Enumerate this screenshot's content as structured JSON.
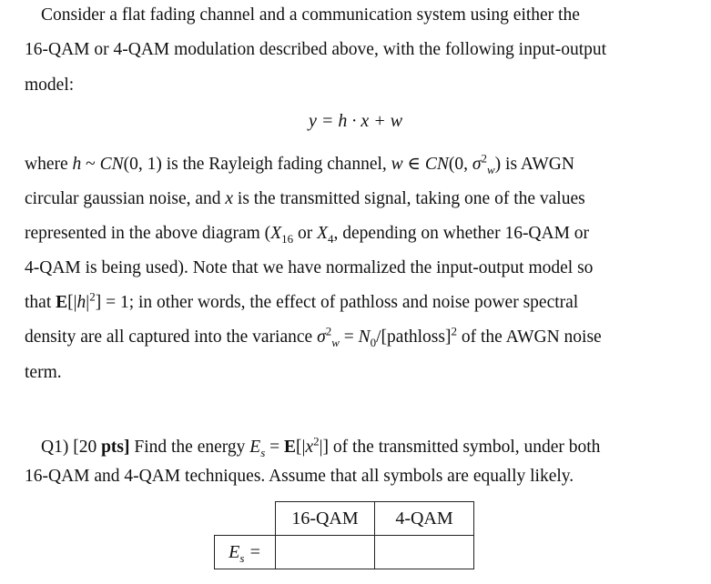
{
  "paragraph1": {
    "line1": "Consider a flat fading channel and a communication system using either the",
    "line2": "16-QAM or 4-QAM modulation described above, with the following input-output",
    "line3": "model:"
  },
  "equation": "y = h · x + w",
  "paragraph2": {
    "l1_a": "where",
    "l1_b": "is the Rayleigh fading channel,",
    "l1_c": "is AWGN",
    "l2": "circular gaussian noise, and",
    "l2_b": "is the transmitted signal, taking one of the values",
    "l3_a": "represented in the above diagram (",
    "l3_b": "or",
    "l3_c": ", depending on whether 16-QAM or",
    "l4": "4-QAM is being used). Note that we have normalized the input-output model so",
    "l5_a": "that",
    "l5_b": "; in other words, the effect of pathloss and noise power spectral",
    "l6_a": "density are all captured into the variance",
    "l6_b": "of the AWGN noise",
    "l7": "term."
  },
  "question": {
    "label": "Q1) [20",
    "pts": "pts]",
    "l1_a": "Find the energy",
    "l1_b": "of the transmitted symbol, under both",
    "l2": "16-QAM and 4-QAM techniques. Assume that all symbols are equally likely."
  },
  "table": {
    "headers": [
      "16-QAM",
      "4-QAM"
    ],
    "row_label": "Es =",
    "values": [
      "",
      ""
    ]
  }
}
